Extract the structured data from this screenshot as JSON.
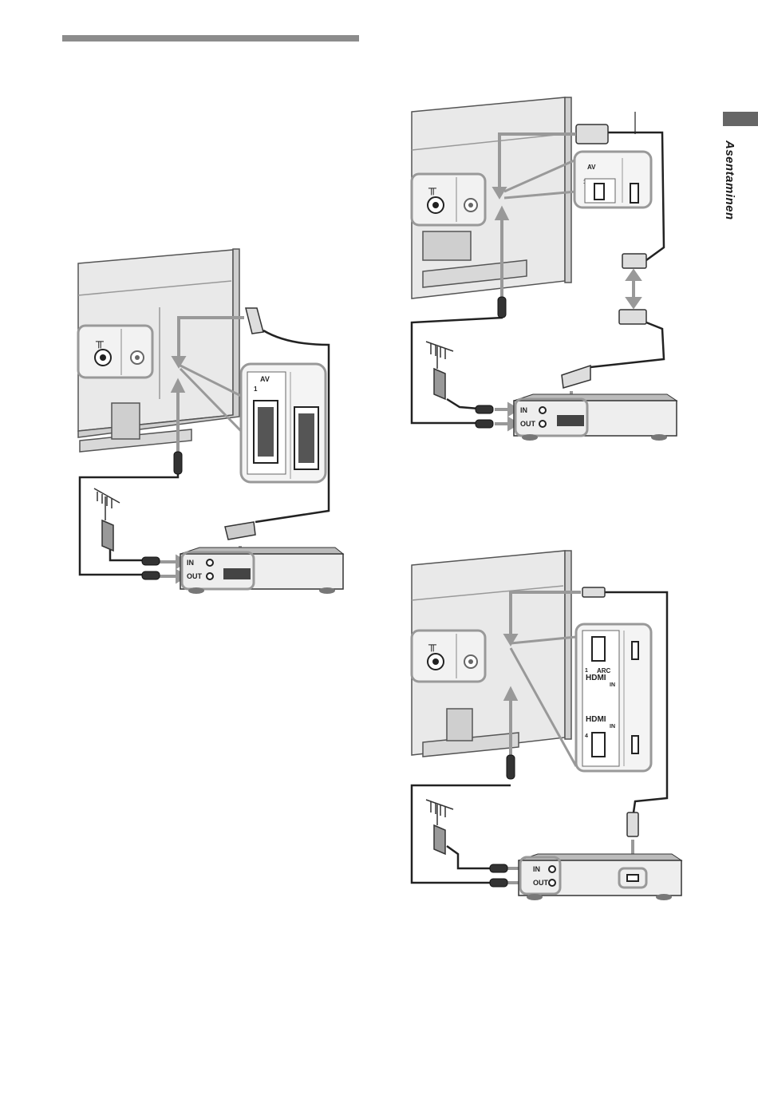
{
  "side_tab": {
    "label": "Asentaminen"
  },
  "ports": {
    "in": "IN",
    "out": "OUT",
    "av": "AV",
    "av_num": "1",
    "hdmi_logo": "HDMI",
    "hdmi_in": "IN",
    "arc": "ARC",
    "hdmi1_num": "1",
    "hdmi4_num": "4"
  }
}
